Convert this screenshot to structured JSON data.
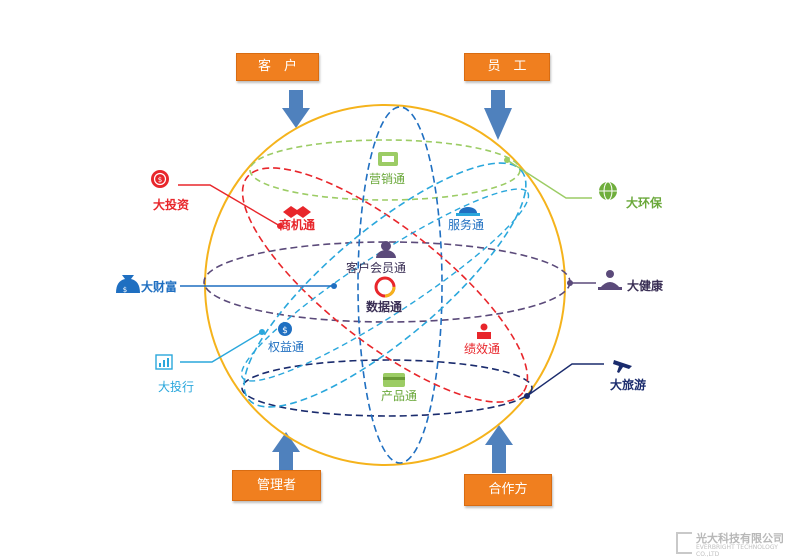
{
  "top_boxes": {
    "customer": "客　户",
    "employee": "员　工"
  },
  "bottom_boxes": {
    "manager": "管理者",
    "partner": "合作方"
  },
  "inner_labels": {
    "marketing": "营销通",
    "business": "商机通",
    "service": "服务通",
    "member": "客户会员通",
    "data": "数据通",
    "rights": "权益通",
    "performance": "绩效通",
    "product": "产品通"
  },
  "outer_labels": {
    "invest": "大投资",
    "wealth": "大财富",
    "bank": "大投行",
    "environment": "大环保",
    "health": "大健康",
    "travel": "大旅游"
  },
  "colors": {
    "orange_box": "#f07f1f",
    "arrow_blue": "#4f81bd",
    "sphere_gold": "#f5b31c",
    "red": "#e8262b",
    "green": "#9ccc65",
    "cyan": "#2aa7dc",
    "blue": "#1f6fc1",
    "navy": "#1a2b6d",
    "purple": "#5b4a7a"
  },
  "logo": {
    "cn": "光大科技有限公司",
    "en": "EVERBRIGHT TECHNOLOGY CO.,LTD"
  }
}
